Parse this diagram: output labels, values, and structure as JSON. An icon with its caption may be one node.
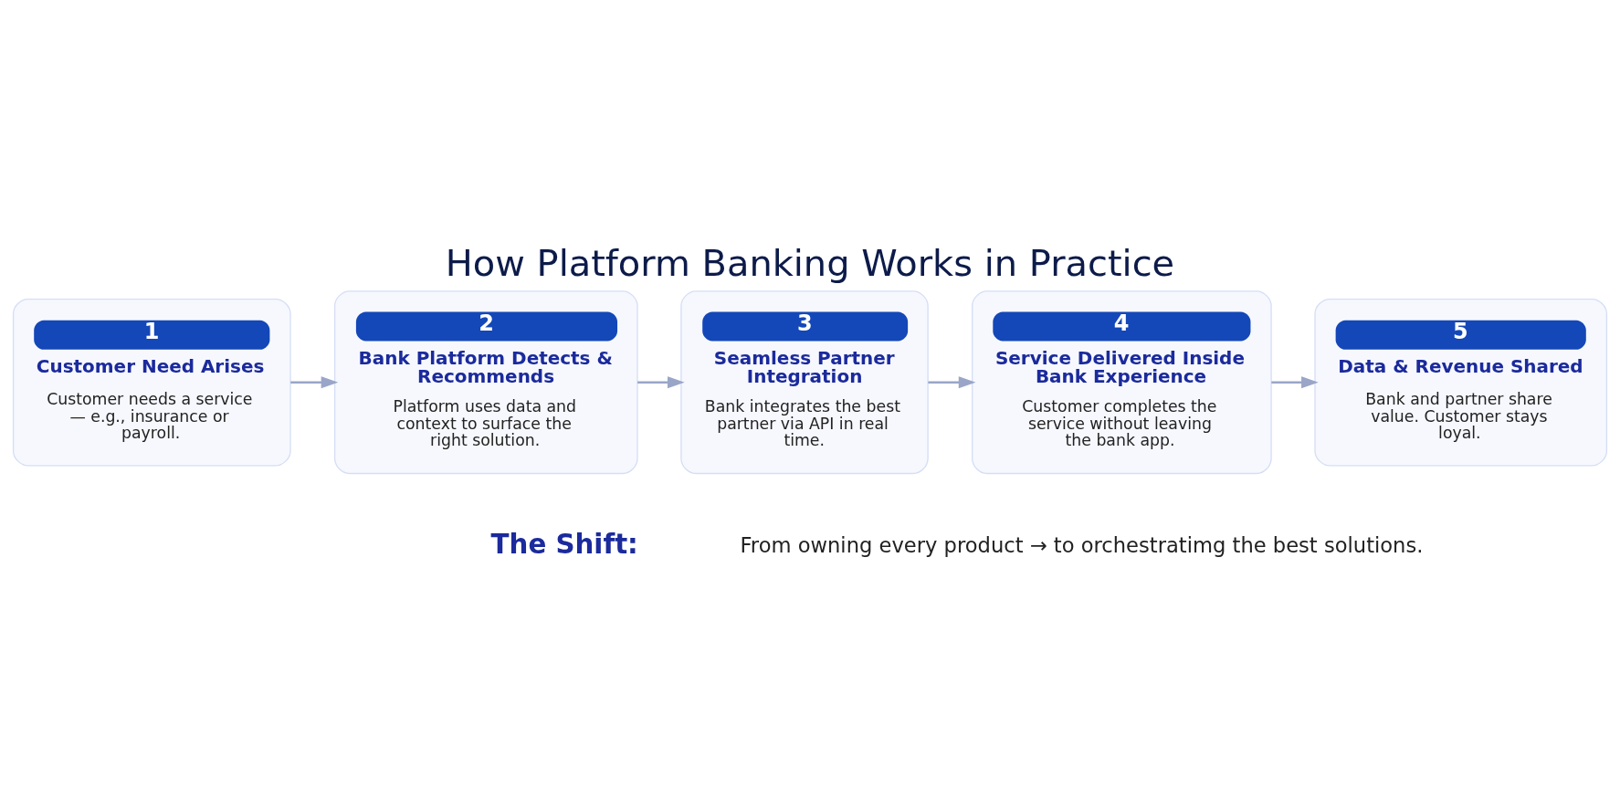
{
  "diagram": {
    "title": "How Platform Banking Works in Practice",
    "nodes": [
      {
        "text": [
          "1",
          "Customer Need Arises",
          "Customer needs a service — e.g., insurance or payroll."
        ]
      },
      {
        "text": [
          "2",
          "Bank Platform Detects & Recommends",
          "Platform uses data and context to surface the right solution."
        ]
      },
      {
        "text": [
          "3",
          "Seamless Partner Integration",
          "Bank integrates the best partner via API in real time."
        ]
      },
      {
        "text": [
          "4",
          "Service Delivered Inside Bank Experience",
          "Customer completes the service without leaving the bank app."
        ]
      },
      {
        "text": [
          "5",
          "Data & Revenue Shared",
          "Bank and partner share value. Customer stays loyal."
        ]
      }
    ],
    "edges": [
      {
        "from": 0,
        "to": 1,
        "arrow": "to"
      },
      {
        "from": 1,
        "to": 2,
        "arrow": "to"
      },
      {
        "from": 2,
        "to": 3,
        "arrow": "to"
      },
      {
        "from": 3,
        "to": 4,
        "arrow": "to"
      }
    ],
    "labels": [
      "The Shift:",
      "From owning every product → to orchestratimg the best solutions."
    ]
  }
}
